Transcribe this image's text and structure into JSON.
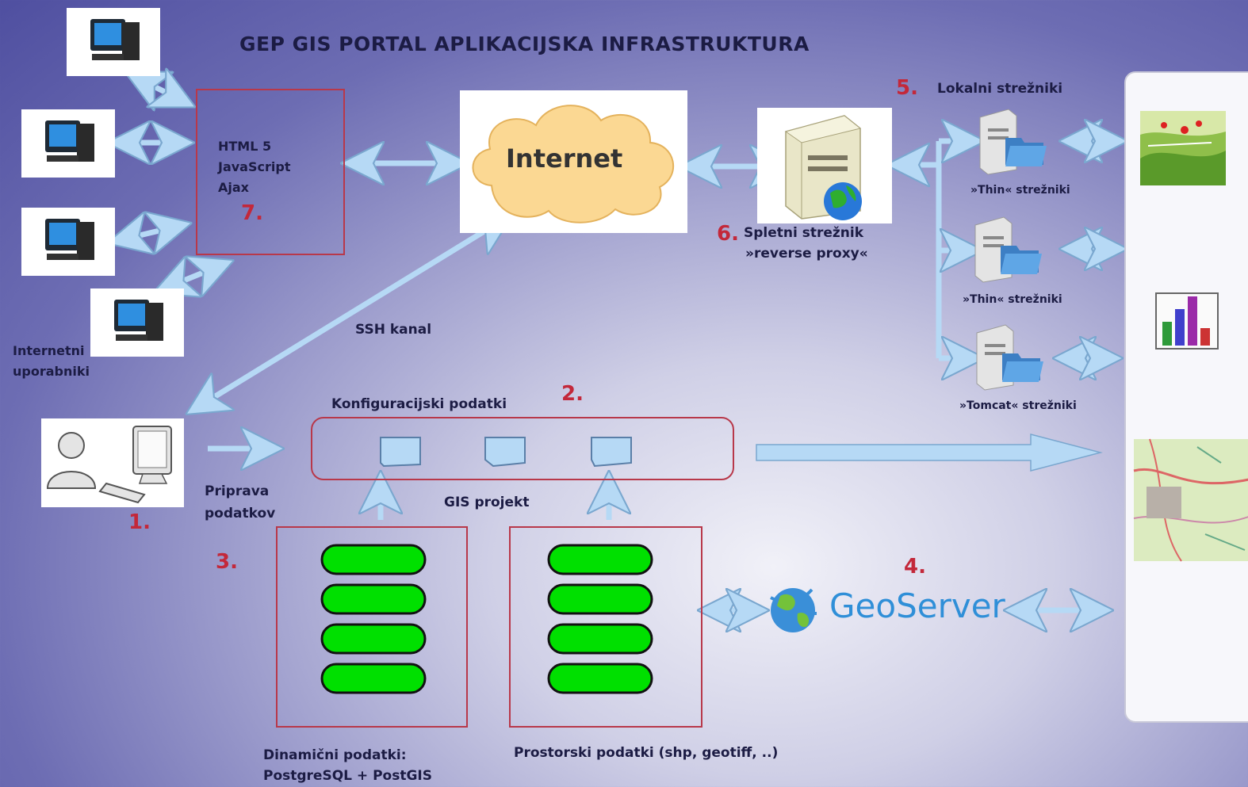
{
  "title": "GEP GIS PORTAL APLIKACIJSKA INFRASTRUKTURA",
  "client": {
    "tech_lines": [
      "HTML 5",
      "JavaScript",
      "Ajax"
    ],
    "number": "7.",
    "users_label": [
      "Internetni",
      "uporabniki"
    ]
  },
  "internet": {
    "label": "Internet"
  },
  "ssh": {
    "label": "SSH kanal"
  },
  "webserver": {
    "number": "6.",
    "label": "Spletni strežnik",
    "sublabel": "»reverse proxy«"
  },
  "local_servers": {
    "number": "5.",
    "label": "Lokalni strežniki",
    "servers": [
      "»Thin« strežniki",
      "»Thin« strežniki",
      "»Tomcat« strežniki"
    ]
  },
  "admin": {
    "number": "1.",
    "label": [
      "Priprava",
      "podatkov"
    ]
  },
  "config": {
    "number": "2.",
    "label": "Konfiguracijski podatki",
    "project_label": "GIS projekt"
  },
  "dynamic_db": {
    "number": "3.",
    "label": [
      "Dinamični podatki:",
      "PostgreSQL + PostGIS"
    ]
  },
  "spatial_db": {
    "label": "Prostorski podatki (shp, geotiff, ..)"
  },
  "geoserver": {
    "number": "4.",
    "label": "GeoServer"
  },
  "colors": {
    "arrow": "#b6d9f5",
    "arrow_stroke": "#7aa7cf",
    "accent_red": "#c3283a",
    "db_green": "#00e000",
    "geoserver_blue": "#2f8fd8"
  }
}
